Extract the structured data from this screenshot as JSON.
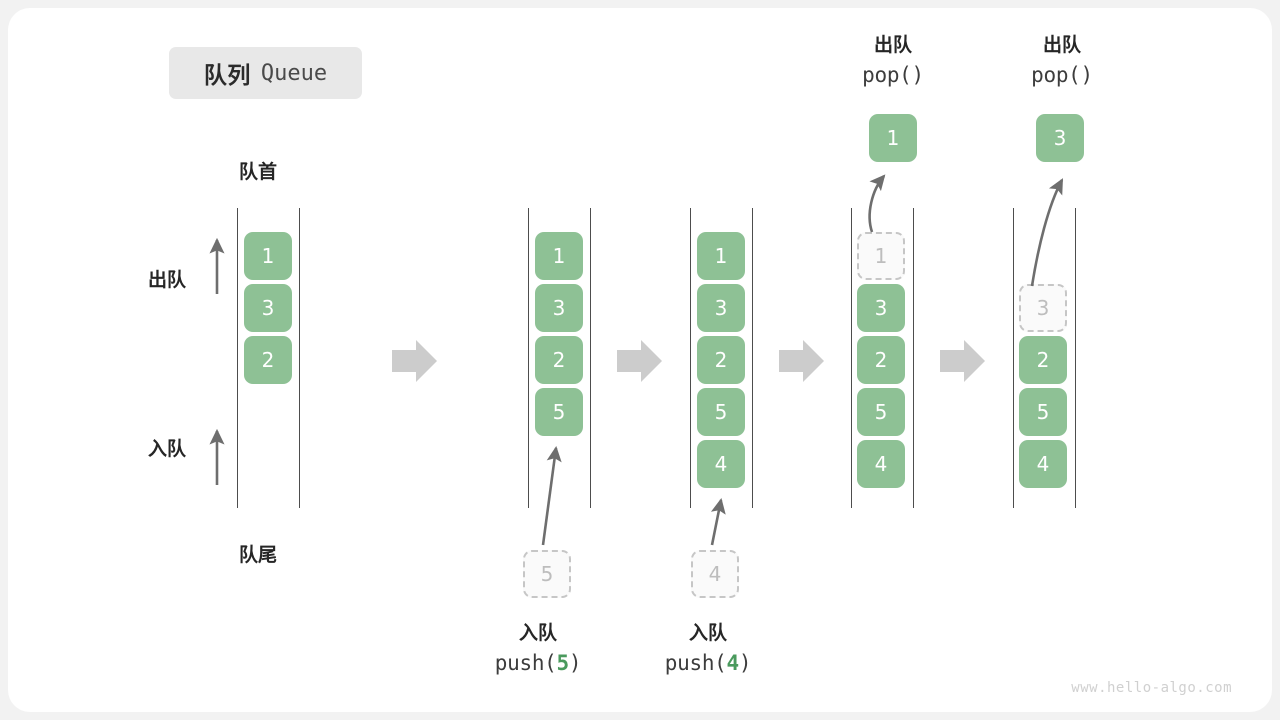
{
  "title": {
    "cn": "队列",
    "en": "Queue"
  },
  "watermark": "www.hello-algo.com",
  "axis_labels": {
    "head": "队首",
    "tail": "队尾",
    "dequeue": "出队",
    "enqueue": "入队"
  },
  "colors": {
    "element": "#8ec195",
    "element_text": "#ffffff",
    "ghost_border": "#c6c6c6",
    "ghost_text": "#bdbdbd",
    "rail": "#4d4d4d",
    "arrow": "#6e6e6e",
    "step_arrow": "#cccccc",
    "badge_bg": "#e8e8e8",
    "accent_number": "#4a9a5d",
    "watermark": "#d0d0d0"
  },
  "stages": [
    {
      "name": "initial",
      "cells": [
        "1",
        "3",
        "2"
      ],
      "incoming": null,
      "outgoing": null
    },
    {
      "name": "after-push-5",
      "cells": [
        "1",
        "3",
        "2",
        "5"
      ],
      "incoming": "5",
      "outgoing": null
    },
    {
      "name": "after-push-4",
      "cells": [
        "1",
        "3",
        "2",
        "5",
        "4"
      ],
      "incoming": "4",
      "outgoing": null
    },
    {
      "name": "after-pop-1",
      "cells": [
        "1",
        "3",
        "2",
        "5",
        "4"
      ],
      "ghost_index": 0,
      "incoming": null,
      "outgoing": "1"
    },
    {
      "name": "after-pop-3",
      "cells": [
        "3",
        "2",
        "5",
        "4"
      ],
      "ghost_index": 0,
      "incoming": null,
      "outgoing": "3"
    }
  ],
  "captions": {
    "push5": {
      "cn": "入队",
      "code_pre": "push(",
      "code_num": "5",
      "code_post": ")"
    },
    "push4": {
      "cn": "入队",
      "code_pre": "push(",
      "code_num": "4",
      "code_post": ")"
    },
    "pop1": {
      "cn": "出队",
      "code": "pop()"
    },
    "pop2": {
      "cn": "出队",
      "code": "pop()"
    }
  },
  "popped_values": {
    "first": "1",
    "second": "3"
  },
  "ghost_inputs": {
    "push5": "5",
    "push4": "4"
  },
  "ghost_outputs": {
    "pop1": "1",
    "pop2": "3"
  }
}
